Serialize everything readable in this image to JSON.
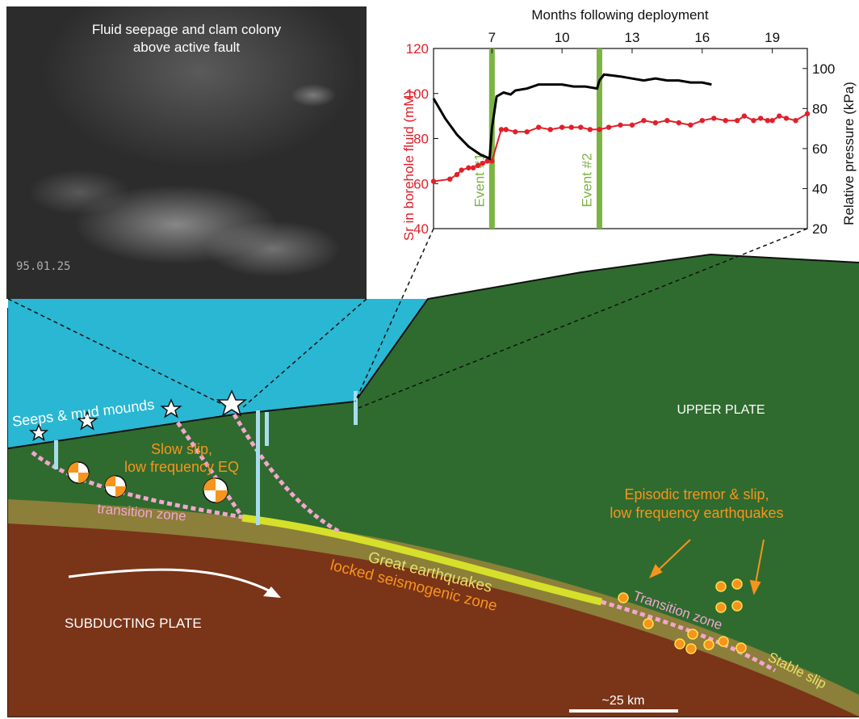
{
  "photo": {
    "caption_line1": "Fluid seepage and clam colony",
    "caption_line2": "above active fault",
    "date_stamp": "95.01.25"
  },
  "chart_data": {
    "type": "line",
    "title": "",
    "x_axis_top_label": "Months following deployment",
    "x_ticks": [
      7,
      10,
      13,
      16,
      19
    ],
    "x_range": [
      4.5,
      20.5
    ],
    "left_axis": {
      "label": "Sr in borehole fluid (mM)",
      "ticks": [
        40,
        60,
        80,
        100,
        120
      ],
      "range": [
        40,
        120
      ],
      "color": "#e0202a"
    },
    "right_axis": {
      "label": "Relative pressure (kPa)",
      "ticks": [
        20,
        40,
        60,
        80,
        100
      ],
      "range": [
        20,
        110
      ],
      "color": "#111111"
    },
    "events": [
      {
        "label": "Event #1",
        "x": 7.0,
        "color": "#7cb342"
      },
      {
        "label": "Event #2",
        "x": 11.6,
        "color": "#7cb342"
      }
    ],
    "series": [
      {
        "axis": "left",
        "color": "#e0202a",
        "markers": true,
        "x": [
          4.5,
          5.2,
          5.5,
          5.7,
          6.0,
          6.2,
          6.4,
          6.6,
          6.8,
          7.0,
          7.4,
          7.6,
          8.0,
          8.5,
          9.0,
          9.5,
          10.0,
          10.4,
          10.8,
          11.2,
          11.6,
          12.0,
          12.5,
          13.0,
          13.5,
          14.0,
          14.5,
          15.0,
          15.5,
          16.0,
          16.5,
          17.0,
          17.5,
          17.8,
          18.2,
          18.5,
          18.8,
          19.0,
          19.3,
          19.6,
          20.0,
          20.5
        ],
        "y": [
          61,
          62,
          64,
          66,
          67,
          67,
          68,
          69,
          70,
          70,
          84,
          84,
          83,
          83,
          85,
          84,
          85,
          85,
          85,
          84,
          84,
          85,
          86,
          86,
          88,
          87,
          88,
          87,
          86,
          88,
          89,
          88,
          88,
          90,
          88,
          89,
          88,
          88,
          90,
          89,
          88,
          91
        ]
      },
      {
        "axis": "right",
        "color": "#000000",
        "markers": false,
        "x": [
          4.5,
          5.0,
          5.5,
          6.0,
          6.5,
          6.9,
          7.0,
          7.2,
          7.5,
          7.8,
          8.0,
          8.5,
          9.0,
          9.5,
          10.0,
          10.5,
          11.0,
          11.5,
          11.6,
          11.8,
          12.5,
          13.0,
          13.5,
          14.0,
          14.5,
          15.0,
          15.5,
          16.0,
          16.4
        ],
        "y": [
          85,
          75,
          67,
          61,
          57,
          55,
          70,
          86,
          88,
          87,
          89,
          90,
          92,
          92,
          92,
          91,
          91,
          90,
          94,
          97,
          96,
          95,
          94,
          95,
          94,
          94,
          93,
          93,
          92
        ]
      }
    ]
  },
  "cross_section": {
    "upper_plate_label": "UPPER PLATE",
    "subducting_plate_label": "SUBDUCTING PLATE",
    "seeps_label": "Seeps & mud mounds",
    "slow_slip_line1": "Slow slip,",
    "slow_slip_line2": "low frequency EQ",
    "transition_zone_shallow": "transition zone",
    "great_eq_label": "Great earthquakes",
    "locked_zone_label": "locked seismogenic zone",
    "tremor_line1": "Episodic tremor & slip,",
    "tremor_line2": "low frequency earthquakes",
    "transition_zone_deep": "Transition zone",
    "stable_slip_label": "Stable slip",
    "scale_bar_label": "~25 km",
    "colors": {
      "water": "#29b7d3",
      "upper_plate": "#2f6b2f",
      "slab": "#7a3418",
      "transition_band": "#8b7f3a",
      "locked_zone": "#d6e02a",
      "labels_orange": "#f7941d",
      "labels_pink": "#f4a6cf",
      "labels_yellow": "#e8e06a",
      "dot_fill": "#f7941d",
      "dot_stroke": "#ffe14d"
    }
  }
}
